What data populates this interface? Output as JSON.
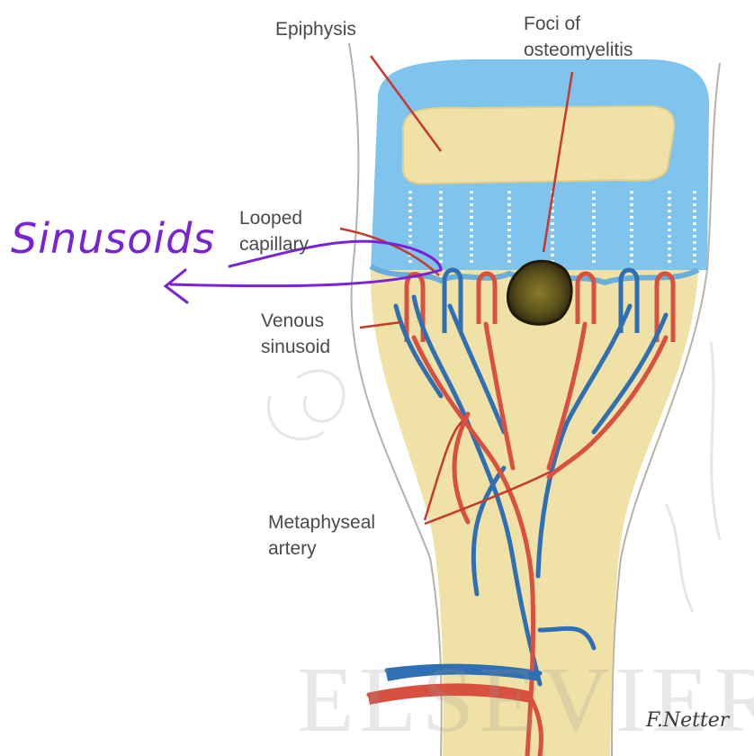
{
  "labels": {
    "epiphysis": "Epiphysis",
    "foci": [
      "Foci of",
      "osteomyelitis"
    ],
    "looped_capillary": [
      "Looped",
      "capillary"
    ],
    "venous_sinusoid": [
      "Venous",
      "sinusoid"
    ],
    "metaphyseal_artery": [
      "Metaphyseal",
      "artery"
    ]
  },
  "annotation": {
    "text": "Sinusoids",
    "color": "#7a22d6"
  },
  "watermark": "ELSEVIER",
  "signature": "F.Netter",
  "colors": {
    "cartilage": "#7ec4ec",
    "bone": "#f0e2a6",
    "artery": "#d8503f",
    "vein": "#2f6fb4",
    "label_pointer": "#c8382c",
    "infection_focus": "#3f3a12"
  }
}
